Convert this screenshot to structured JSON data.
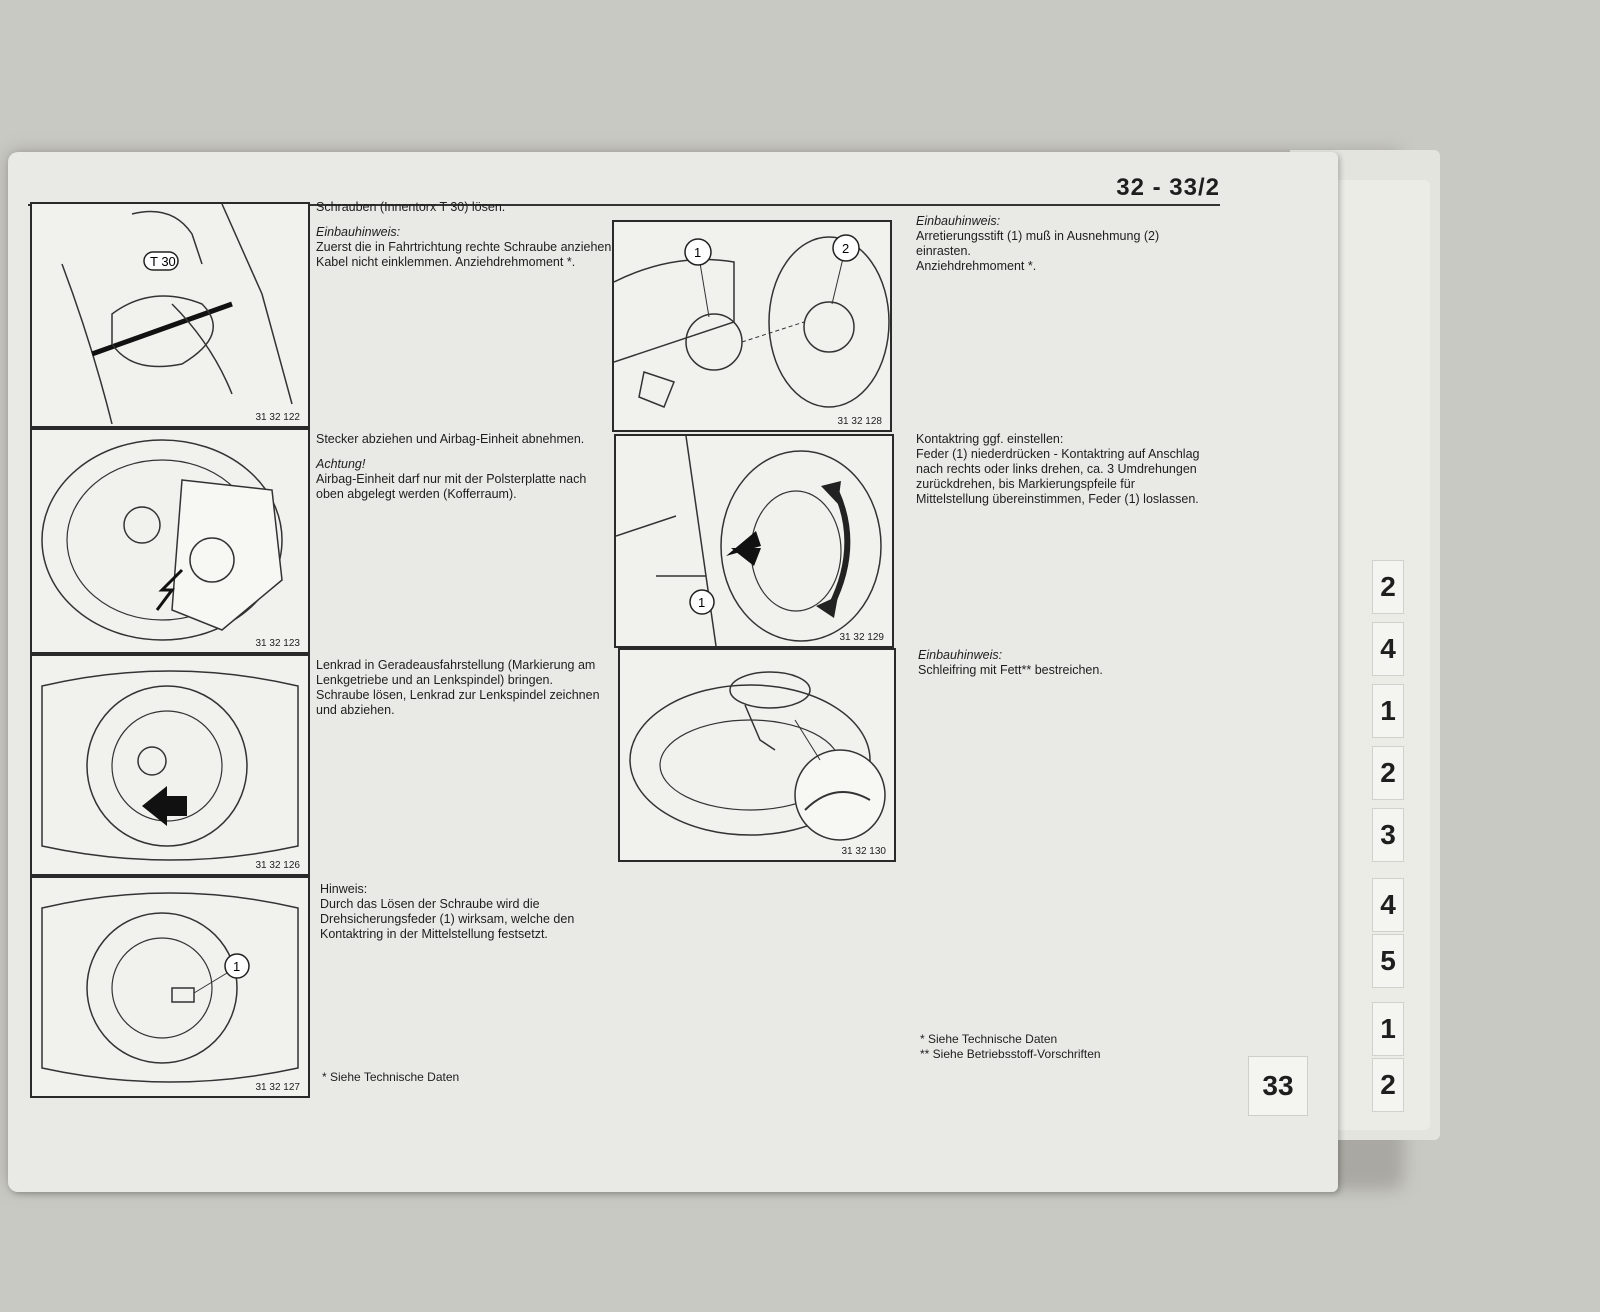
{
  "header": {
    "page_number": "32 - 33/2"
  },
  "figures": [
    {
      "number": "31 32 122",
      "label": "T 30"
    },
    {
      "number": "31 32 123"
    },
    {
      "number": "31 32 126"
    },
    {
      "number": "31 32 127",
      "callout": "1"
    },
    {
      "number": "31 32 128",
      "callout_1": "1",
      "callout_2": "2"
    },
    {
      "number": "31 32 129",
      "callout": "1"
    },
    {
      "number": "31 32 130"
    }
  ],
  "steps_left": [
    {
      "line1": "Schrauben (Innentorx T 30) lösen.",
      "note_title": "Einbauhinweis:",
      "note_body": "Zuerst die in Fahrtrichtung rechte Schraube anziehen.",
      "note_body2": "Kabel nicht einklemmen. Anziehdrehmoment *."
    },
    {
      "line1": "Stecker abziehen und Airbag-Einheit abnehmen.",
      "note_title": "Achtung!",
      "note_body": "Airbag-Einheit darf nur mit der Polsterplatte nach oben abgelegt werden (Kofferraum)."
    },
    {
      "line1": "Lenkrad in Geradeausfahrstellung (Markierung am Lenkgetriebe und an Lenkspindel) bringen.",
      "line2": "Schraube lösen, Lenkrad zur Lenkspindel zeichnen und abziehen."
    },
    {
      "note_title": "Hinweis:",
      "note_body": "Durch das Lösen der Schraube wird die Drehsicherungsfeder (1) wirksam, welche den Kontaktring in der Mittelstellung festsetzt."
    }
  ],
  "steps_right": [
    {
      "note_title": "Einbauhinweis:",
      "note_body": "Arretierungsstift (1) muß in Ausnehmung (2) einrasten.",
      "note_body2": "Anziehdrehmoment *."
    },
    {
      "line1": "Kontaktring ggf. einstellen:",
      "line2": "Feder (1) niederdrücken - Kontaktring auf Anschlag nach rechts oder links drehen, ca. 3 Umdrehungen zurückdrehen, bis Markierungspfeile für Mittelstellung übereinstimmen, Feder (1) loslassen."
    },
    {
      "note_title": "Einbauhinweis:",
      "note_body": "Schleifring mit Fett** bestreichen."
    }
  ],
  "footnotes": {
    "left": "* Siehe Technische Daten",
    "right_1": "*  Siehe Technische Daten",
    "right_2": "** Siehe Betriebsstoff-Vorschriften"
  },
  "chapter_tab": "33",
  "side_tabs": [
    "2",
    "4",
    "1",
    "2",
    "3",
    "4",
    "5",
    "1",
    "2"
  ]
}
